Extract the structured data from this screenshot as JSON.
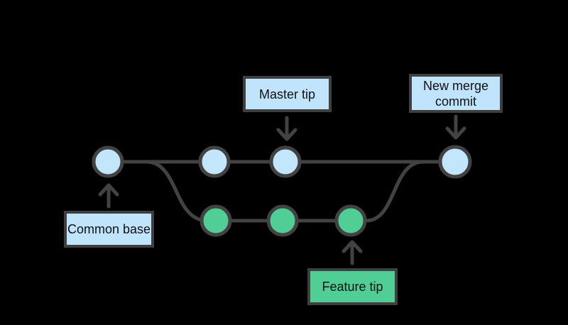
{
  "colors": {
    "background": "#000000",
    "stroke": "#424242",
    "commit_master_fill": "#c2e6fc",
    "commit_feature_fill": "#50ce96",
    "label_master_fill": "#bfe4fb",
    "label_feature_fill": "#50ce96",
    "label_text": "#111111"
  },
  "labels": {
    "master_tip": "Master tip",
    "new_merge_commit": "New merge commit",
    "common_base": "Common base",
    "feature_tip": "Feature tip"
  },
  "graph": {
    "branches": [
      {
        "name": "master",
        "color": "#c2e6fc",
        "commits": 4
      },
      {
        "name": "feature",
        "color": "#50ce96",
        "commits": 3
      }
    ],
    "nodes": [
      {
        "id": "common-base",
        "branch": "master",
        "annotation": "Common base"
      },
      {
        "id": "master-commit-2",
        "branch": "master",
        "annotation": ""
      },
      {
        "id": "master-tip",
        "branch": "master",
        "annotation": "Master tip"
      },
      {
        "id": "merge-commit",
        "branch": "master",
        "annotation": "New merge commit"
      },
      {
        "id": "feature-commit-1",
        "branch": "feature",
        "annotation": ""
      },
      {
        "id": "feature-commit-2",
        "branch": "feature",
        "annotation": ""
      },
      {
        "id": "feature-tip",
        "branch": "feature",
        "annotation": "Feature tip"
      }
    ]
  }
}
